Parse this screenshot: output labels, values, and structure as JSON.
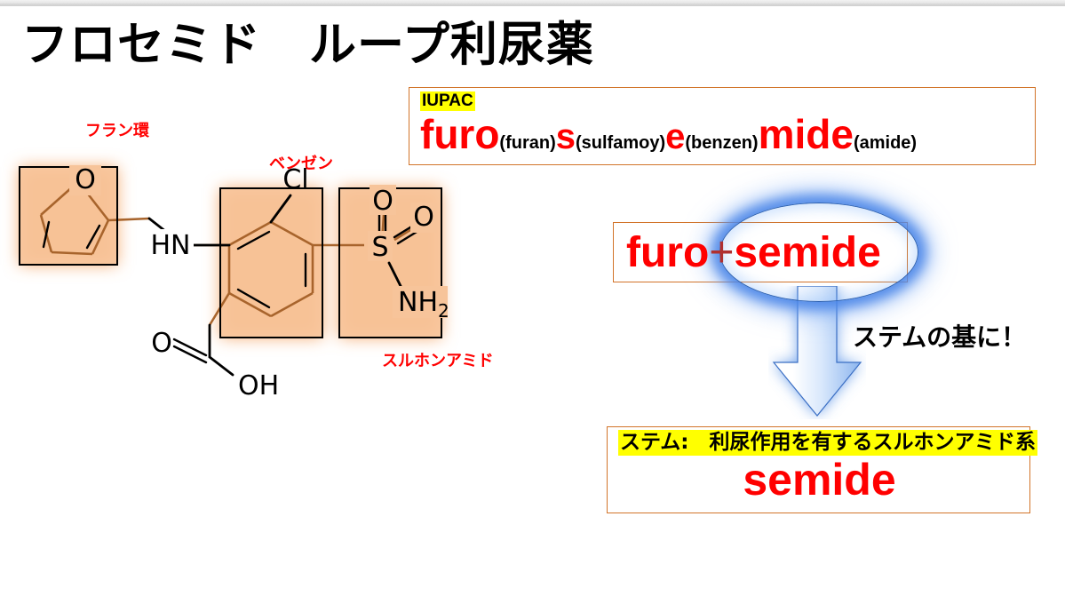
{
  "slide": {
    "title": "フロセミド　ループ利尿薬",
    "accent_orange": "#d2742a",
    "accent_red": "#ff0000",
    "highlight_yellow": "#ffff00",
    "glow_blue": "#4682e6",
    "structure_highlight": "#f7c49a"
  },
  "iupac": {
    "tag": "IUPAC",
    "parts": {
      "p1": "furo",
      "p1_note": "(furan)",
      "p2": "s",
      "p2_note": "(sulfamoy)",
      "p3": "e",
      "p3_note": "(benzen)",
      "p4": "mide",
      "p4_note": "(amide)"
    }
  },
  "combination": {
    "left": "furo",
    "plus": "+",
    "right": "semide",
    "circled": "semide"
  },
  "arrow": {
    "note": "ステムの基に！"
  },
  "stem": {
    "header": "ステム:　利尿作用を有するスルホンアミド系",
    "word": "semide"
  },
  "structure": {
    "labels": {
      "furan": "フラン環",
      "benzene": "ベンゼン",
      "sulfonamide": "スルホンアミド"
    },
    "atoms": {
      "furan_o": "O",
      "amine": "HN",
      "chlorine": "Cl",
      "sulfur": "S",
      "sulfonyl_o1": "O",
      "sulfonyl_o2": "O",
      "amide_n": "NH",
      "amide_n_sub": "2",
      "carbonyl_o": "O",
      "hydroxyl": "OH"
    }
  }
}
